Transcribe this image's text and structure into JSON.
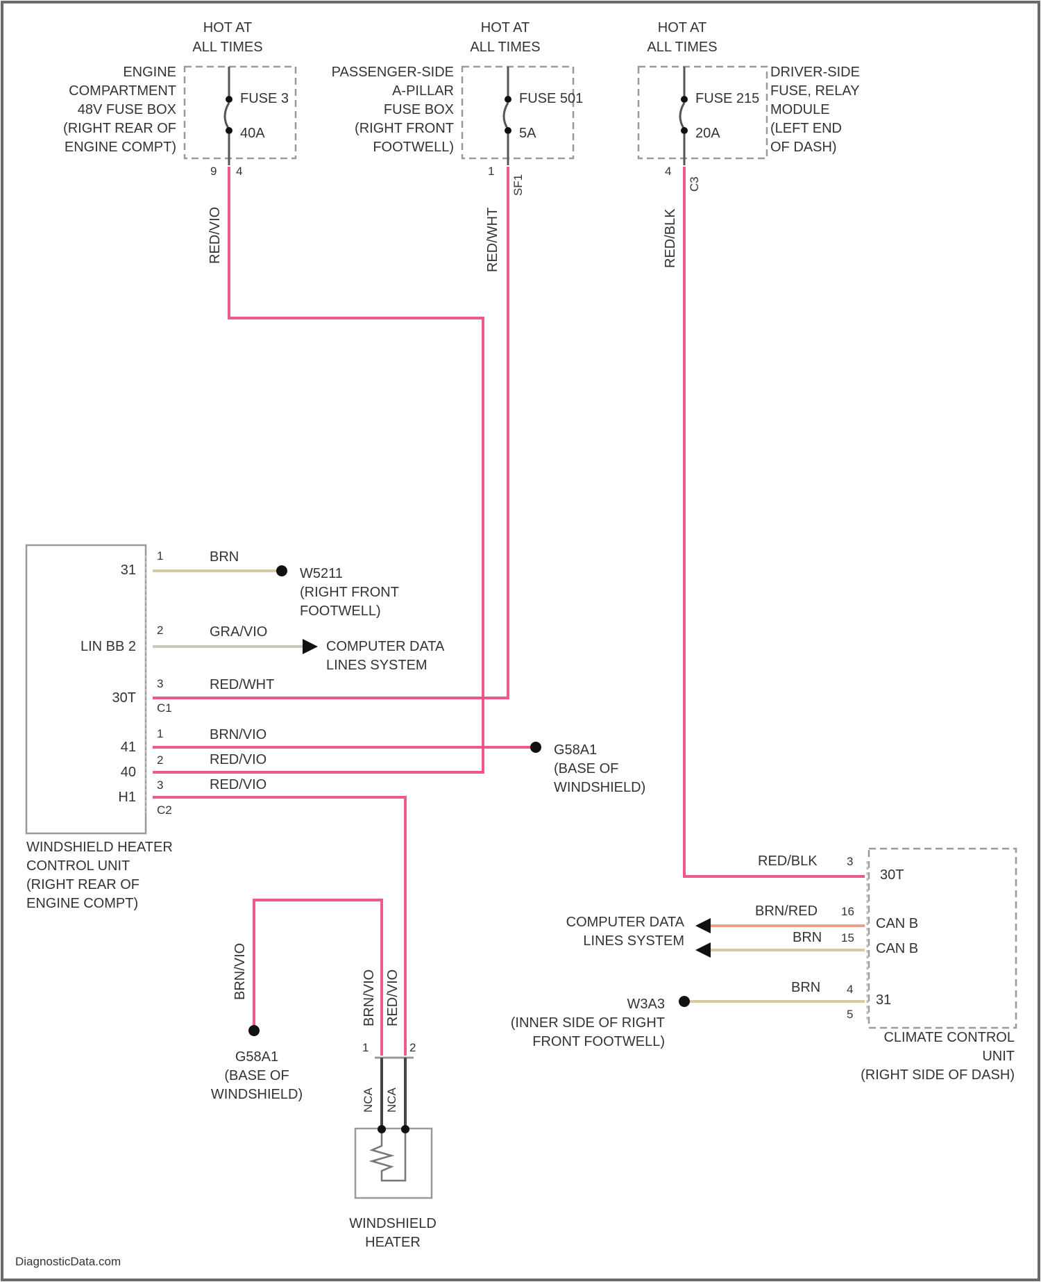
{
  "colors": {
    "wire_red": "#ee5a86",
    "wire_brn": "#d8c8a0",
    "wire_gra": "#c9c9bc",
    "wire_brnred": "#e8a088",
    "box_border": "#9a9a9a",
    "text": "#333333"
  },
  "fuses": [
    {
      "hot": [
        "HOT AT",
        "ALL TIMES"
      ],
      "location": [
        "ENGINE",
        "COMPARTMENT",
        "48V FUSE BOX",
        "(RIGHT REAR OF",
        "ENGINE COMPT)"
      ],
      "fuse": "FUSE 3",
      "rating": "40A",
      "wire": "RED/VIO",
      "pin_top": "9",
      "pin_bottom": "4"
    },
    {
      "hot": [
        "HOT AT",
        "ALL TIMES"
      ],
      "location": [
        "PASSENGER-SIDE",
        "A-PILLAR",
        "FUSE BOX",
        "(RIGHT FRONT",
        "FOOTWELL)"
      ],
      "fuse": "FUSE 501",
      "rating": "5A",
      "wire": "RED/WHT",
      "pin_top": "1",
      "pin_bottom": "SF1"
    },
    {
      "hot": [
        "HOT AT",
        "ALL TIMES"
      ],
      "location": [
        "DRIVER-SIDE",
        "FUSE, RELAY",
        "MODULE",
        "(LEFT END",
        "OF DASH)"
      ],
      "fuse": "FUSE 215",
      "rating": "20A",
      "wire": "RED/BLK",
      "pin_top": "4",
      "pin_bottom": "C3"
    }
  ],
  "control_unit": {
    "labels": [
      "WINDSHIELD HEATER",
      "CONTROL UNIT",
      "(RIGHT REAR OF",
      "ENGINE COMPT)"
    ],
    "pins": [
      {
        "name": "31",
        "num": "1",
        "wire": "BRN",
        "dest": [
          "W5211",
          "(RIGHT FRONT",
          "FOOTWELL)"
        ]
      },
      {
        "name": "LIN BB 2",
        "num": "2",
        "wire": "GRA/VIO",
        "dest": [
          "COMPUTER DATA",
          "LINES SYSTEM"
        ]
      },
      {
        "name": "30T",
        "num": "3",
        "wire": "RED/WHT",
        "conn": "C1"
      },
      {
        "name": "41",
        "num": "1",
        "wire": "BRN/VIO",
        "dest": [
          "G58A1",
          "(BASE OF",
          "WINDSHIELD)"
        ]
      },
      {
        "name": "40",
        "num": "2",
        "wire": "RED/VIO"
      },
      {
        "name": "H1",
        "num": "3",
        "wire": "RED/VIO",
        "conn": "C2"
      }
    ]
  },
  "ground_bottom": {
    "wire": "BRN/VIO",
    "labels": [
      "G58A1",
      "(BASE OF",
      "WINDSHIELD)"
    ]
  },
  "heater": {
    "wire_left": "BRN/VIO",
    "wire_right": "RED/VIO",
    "pin_left": "1",
    "pin_right": "2",
    "nca_left": "NCA",
    "nca_right": "NCA",
    "labels": [
      "WINDSHIELD",
      "HEATER"
    ]
  },
  "climate": {
    "labels": [
      "CLIMATE CONTROL",
      "UNIT",
      "(RIGHT SIDE OF DASH)"
    ],
    "pins": [
      {
        "wire": "RED/BLK",
        "num": "3",
        "name": "30T"
      },
      {
        "wire": "BRN/RED",
        "num": "16",
        "name": "CAN B"
      },
      {
        "wire": "BRN",
        "num": "15",
        "name": "CAN B"
      },
      {
        "wire": "BRN",
        "num": "4",
        "name": "31"
      }
    ],
    "extra_pin": "5",
    "data_lines": [
      "COMPUTER DATA",
      "LINES SYSTEM"
    ],
    "ground": [
      "W3A3",
      "(INNER SIDE OF RIGHT",
      "FRONT FOOTWELL)"
    ]
  },
  "watermark": "DiagnosticData.com"
}
